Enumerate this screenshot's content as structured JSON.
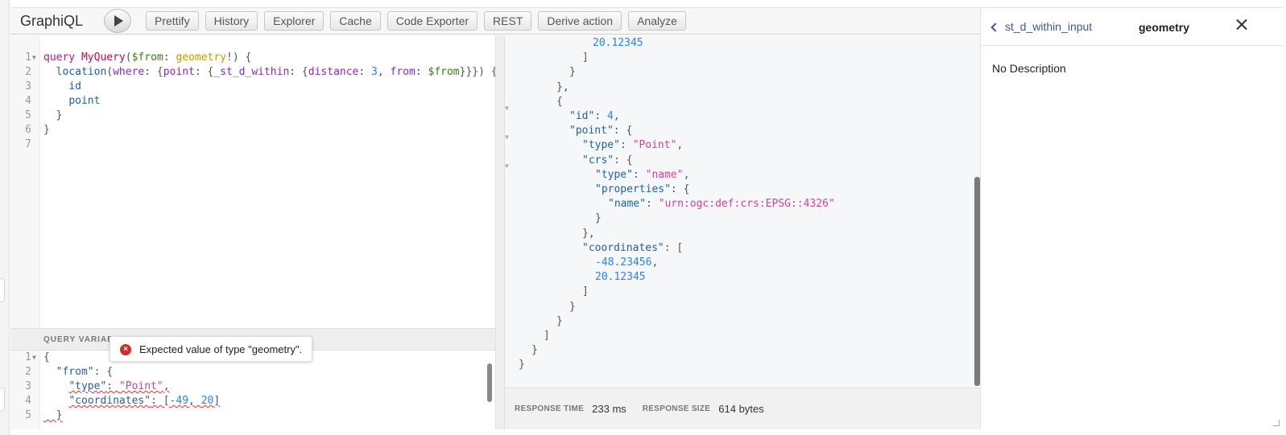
{
  "app": {
    "title": "GraphiQL"
  },
  "toolbar": {
    "buttons": [
      "Prettify",
      "History",
      "Explorer",
      "Cache",
      "Code Exporter",
      "REST",
      "Derive action",
      "Analyze"
    ]
  },
  "query": {
    "line_numbers": [
      "1",
      "2",
      "3",
      "4",
      "5",
      "6",
      "7"
    ],
    "lines": [
      [
        [
          "kw",
          "query"
        ],
        [
          "t",
          " "
        ],
        [
          "def",
          "MyQuery"
        ],
        [
          "t",
          "("
        ],
        [
          "var",
          "$from"
        ],
        [
          "t",
          ": "
        ],
        [
          "typ",
          "geometry"
        ],
        [
          "t",
          "!) {"
        ]
      ],
      [
        [
          "t",
          "  "
        ],
        [
          "field",
          "location"
        ],
        [
          "t",
          "("
        ],
        [
          "attr",
          "where"
        ],
        [
          "t",
          ": {"
        ],
        [
          "attr",
          "point"
        ],
        [
          "t",
          ": {"
        ],
        [
          "attr",
          "_st_d_within"
        ],
        [
          "t",
          ": {"
        ],
        [
          "attr",
          "distance"
        ],
        [
          "t",
          ": "
        ],
        [
          "num",
          "3"
        ],
        [
          "t",
          ", "
        ],
        [
          "attr",
          "from"
        ],
        [
          "t",
          ": "
        ],
        [
          "var",
          "$from"
        ],
        [
          "t",
          "}}}) {"
        ]
      ],
      [
        [
          "t",
          "    "
        ],
        [
          "field",
          "id"
        ]
      ],
      [
        [
          "t",
          "    "
        ],
        [
          "field",
          "point"
        ]
      ],
      [
        [
          "t",
          "  }"
        ]
      ],
      [
        [
          "t",
          "}"
        ]
      ],
      [
        [
          "t",
          ""
        ]
      ]
    ]
  },
  "variables": {
    "header": "QUERY VARIABLES",
    "line_numbers": [
      "1",
      "2",
      "3",
      "4",
      "5"
    ],
    "lines": [
      [
        [
          "t",
          "{"
        ]
      ],
      [
        [
          "t",
          "  "
        ],
        [
          "prop",
          "\"from\""
        ],
        [
          "t",
          ": {"
        ]
      ],
      [
        [
          "t",
          "    "
        ],
        [
          "prop",
          "\"type\""
        ],
        [
          "t",
          ": "
        ],
        [
          "str",
          "\"Point\""
        ],
        [
          "t",
          ","
        ]
      ],
      [
        [
          "t",
          "    "
        ],
        [
          "prop",
          "\"coordinates\""
        ],
        [
          "t",
          ": ["
        ],
        [
          "num",
          "-49"
        ],
        [
          "t",
          ", "
        ],
        [
          "num",
          "20"
        ],
        [
          "t",
          "]"
        ]
      ],
      [
        [
          "t",
          "  }"
        ]
      ]
    ],
    "error_tooltip": "Expected value of type \"geometry\"."
  },
  "result": {
    "lines": [
      [
        [
          "num",
          "20.12345"
        ]
      ],
      [
        [
          "t",
          "]"
        ]
      ],
      [
        [
          "t",
          "}"
        ]
      ],
      [
        [
          "t",
          "},"
        ]
      ],
      [
        [
          "t",
          "{"
        ]
      ],
      [
        [
          "prop",
          "\"id\""
        ],
        [
          "t",
          ": "
        ],
        [
          "num",
          "4"
        ],
        [
          "t",
          ","
        ]
      ],
      [
        [
          "prop",
          "\"point\""
        ],
        [
          "t",
          ": {"
        ]
      ],
      [
        [
          "prop",
          "\"type\""
        ],
        [
          "t",
          ": "
        ],
        [
          "str",
          "\"Point\""
        ],
        [
          "t",
          ","
        ]
      ],
      [
        [
          "prop",
          "\"crs\""
        ],
        [
          "t",
          ": {"
        ]
      ],
      [
        [
          "prop",
          "\"type\""
        ],
        [
          "t",
          ": "
        ],
        [
          "str",
          "\"name\""
        ],
        [
          "t",
          ","
        ]
      ],
      [
        [
          "prop",
          "\"properties\""
        ],
        [
          "t",
          ": {"
        ]
      ],
      [
        [
          "prop",
          "\"name\""
        ],
        [
          "t",
          ": "
        ],
        [
          "str",
          "\"urn:ogc:def:crs:EPSG::4326\""
        ]
      ],
      [
        [
          "t",
          "}"
        ]
      ],
      [
        [
          "t",
          "},"
        ]
      ],
      [
        [
          "prop",
          "\"coordinates\""
        ],
        [
          "t",
          ": ["
        ]
      ],
      [
        [
          "num",
          "-48.23456"
        ],
        [
          "t",
          ","
        ]
      ],
      [
        [
          "num",
          "20.12345"
        ]
      ],
      [
        [
          "t",
          "]"
        ]
      ],
      [
        [
          "t",
          "}"
        ]
      ],
      [
        [
          "t",
          "}"
        ]
      ],
      [
        [
          "t",
          "]"
        ]
      ],
      [
        [
          "t",
          "}"
        ]
      ],
      [
        [
          "t",
          "}"
        ]
      ]
    ]
  },
  "footer": {
    "response_time_label": "RESPONSE TIME",
    "response_time_value": "233 ms",
    "response_size_label": "RESPONSE SIZE",
    "response_size_value": "614 bytes"
  },
  "docs": {
    "back_label": "st_d_within_input",
    "title": "geometry",
    "description": "No Description"
  }
}
